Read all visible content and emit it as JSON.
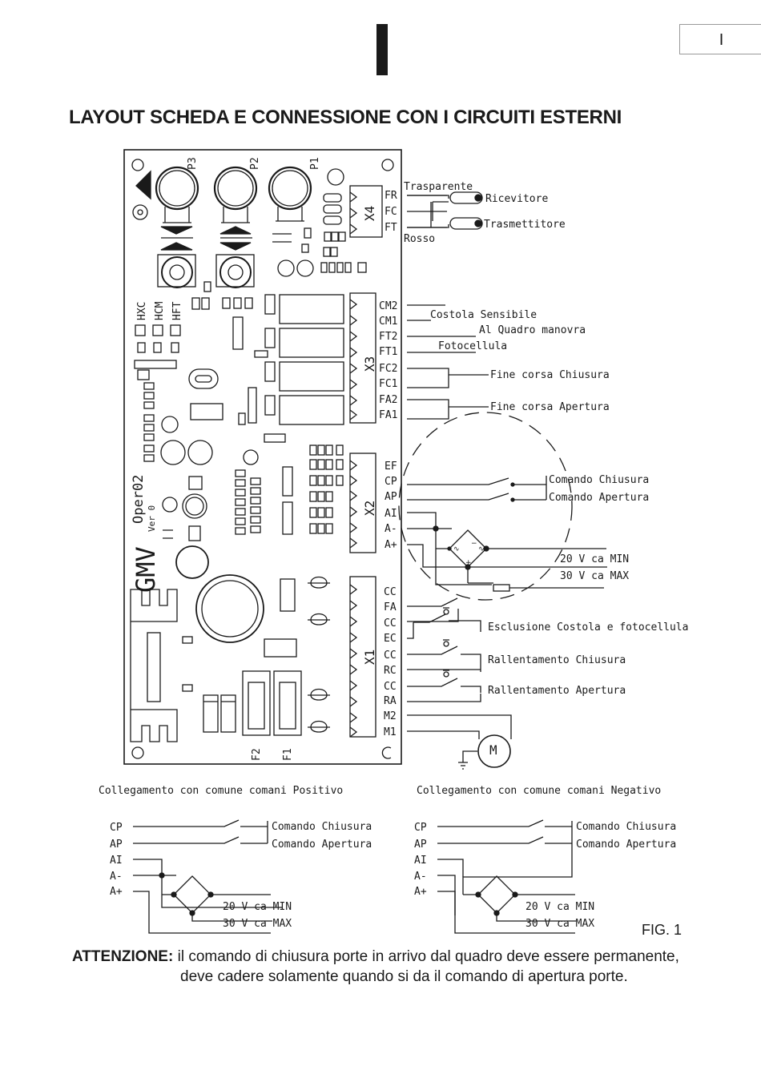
{
  "header": {
    "section_letter": "I",
    "tab_label": "I"
  },
  "title": "LAYOUT SCHEDA E CONNESSIONE CON I CIRCUITI ESTERNI",
  "board": {
    "brand": "GMV",
    "model": "Oper02",
    "version": "Ver 0",
    "pots": [
      "P3",
      "P2",
      "P1"
    ],
    "leds": [
      "HXC",
      "HCM",
      "HFT"
    ],
    "fuses": [
      "F2",
      "F1"
    ],
    "connectors": [
      "X4",
      "X3",
      "X2",
      "X1"
    ]
  },
  "terminals": {
    "x4": [
      "FR",
      "FC",
      "FT"
    ],
    "x3": [
      "CM2",
      "CM1",
      "FT2",
      "FT1",
      "FC2",
      "FC1",
      "FA2",
      "FA1"
    ],
    "x2": [
      "EF",
      "CP",
      "AP",
      "AI",
      "A-",
      "A+"
    ],
    "x1": [
      "CC",
      "FA",
      "CC",
      "EC",
      "CC",
      "RC",
      "CC",
      "RA",
      "M2",
      "M1"
    ]
  },
  "external": {
    "trasparente": "Trasparente",
    "rosso": "Rosso",
    "ricevitore": "Ricevitore",
    "trasmettitore": "Trasmettitore",
    "costola": "Costola Sensibile",
    "quadro": "Al Quadro manovra",
    "fotocellula": "Fotocellula",
    "fc_chiusura": "Fine corsa Chiusura",
    "fc_apertura": "Fine corsa Apertura",
    "cmd_chiusura": "Comando Chiusura",
    "cmd_apertura": "Comando Apertura",
    "v_min": "20 V ca MIN",
    "v_max": "30 V ca MAX",
    "esclusione": "Esclusione Costola e fotocellula",
    "rall_chiusura": "Rallentamento Chiusura",
    "rall_apertura": "Rallentamento Apertura",
    "motor": "M"
  },
  "bottom_left": {
    "caption": "Collegamento con comune comani Positivo",
    "terms": [
      "CP",
      "AP",
      "AI",
      "A-",
      "A+"
    ],
    "cmd_chiusura": "Comando Chiusura",
    "cmd_apertura": "Comando Apertura",
    "v_min": "20 V ca MIN",
    "v_max": "30 V ca MAX"
  },
  "bottom_right": {
    "caption": "Collegamento con comune comani Negativo",
    "terms": [
      "CP",
      "AP",
      "AI",
      "A-",
      "A+"
    ],
    "cmd_chiusura": "Comando Chiusura",
    "cmd_apertura": "Comando Apertura",
    "v_min": "20 V ca MIN",
    "v_max": "30 V ca MAX"
  },
  "figure_label": "FIG. 1",
  "warning": {
    "label": "ATTENZIONE:",
    "line1": "il comando di chiusura porte in arrivo dal quadro deve essere permanente,",
    "line2": "deve cadere solamente quando si da il comando di apertura porte."
  }
}
